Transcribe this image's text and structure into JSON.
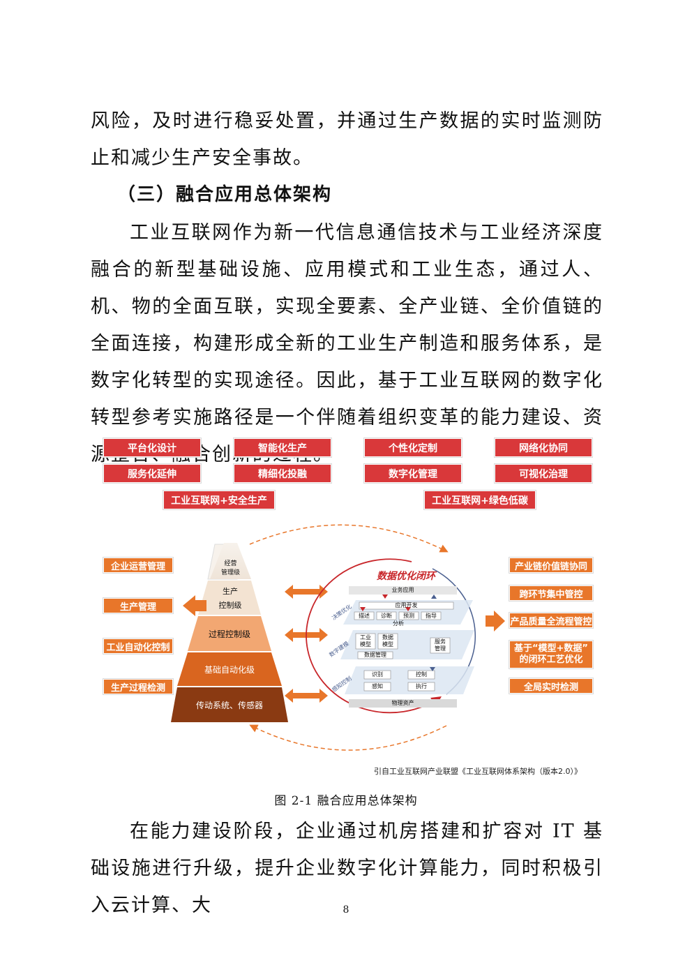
{
  "para1": "风险，及时进行稳妥处置，并通过生产数据的实时监测防止和减少生产安全事故。",
  "heading": "（三）融合应用总体架构",
  "para2": "工业互联网作为新一代信息通信技术与工业经济深度融合的新型基础设施、应用模式和工业生态，通过人、机、物的全面互联，实现全要素、全产业链、全价值链的全面连接，构建形成全新的工业生产制造和服务体系，是数字化转型的实现途径。因此，基于工业互联网的数字化转型参考实施路径是一个伴随着组织变革的能力建设、资源整合、融合创新的过程。",
  "figure": {
    "top_row1": [
      "平台化设计",
      "智能化生产",
      "个性化定制",
      "网络化协同"
    ],
    "top_row2": [
      "服务化延伸",
      "精细化投融",
      "数字化管理",
      "可视化治理"
    ],
    "top_row3": [
      "工业互联网+安全生产",
      "工业互联网+绿色低碳"
    ],
    "left": [
      "企业运营管理",
      "生产管理",
      "工业自动化控制",
      "生产过程检测"
    ],
    "right": [
      "产业链价值链协同",
      "跨环节集中管控",
      "产品质量全流程管控",
      "基于“模型+数据”的闭环工艺优化",
      "全局实时检测"
    ],
    "pyramid": [
      "经营管理级",
      "生产控制级",
      "过程控制级",
      "基础自动化级",
      "传动系统、传感器"
    ],
    "pyramid_lines": {
      "l0a": "经营",
      "l0b": "管理级",
      "l1a": "生产",
      "l1b": "控制级"
    },
    "right_lines": {
      "r3a": "基于“模型+数据”",
      "r3b": "的闭环工艺优化"
    },
    "loop": {
      "title": "数据优化闭环",
      "business_app": "业务应用",
      "app_dev": "应用开发",
      "describe": "描述",
      "diagnose": "诊断",
      "predict": "预测",
      "guide": "指导",
      "analyze": "分析",
      "industrial_model": "工业模型",
      "data_model": "数据模型",
      "service_mgmt": "服务管理",
      "data_mgmt": "数据管理",
      "identify": "识别",
      "control": "控制",
      "sense": "感知",
      "execute": "执行",
      "physical_assets": "物理资产",
      "side_decision": "决策优化",
      "side_modeling": "数字建模",
      "side_sensing": "感知控制",
      "im_a": "工业",
      "im_b": "模型",
      "dm_a": "数据",
      "dm_b": "模型",
      "sm_a": "服务",
      "sm_b": "管理"
    },
    "source": "引自工业互联网产业联盟《工业互联网体系架构（版本2.0）》"
  },
  "caption": "图 2-1  融合应用总体架构",
  "para3": "在能力建设阶段，企业通过机房搭建和扩容对 IT 基础设施进行升级，提升企业数字化计算能力，同时积极引入云计算、大",
  "page_number": "8",
  "colors": {
    "red": "#d9383a",
    "orange": "#e8762a",
    "pyramid_dark": "#8a3a12",
    "loop_red": "#c8262a",
    "loop_blue": "#4a5f8f"
  }
}
